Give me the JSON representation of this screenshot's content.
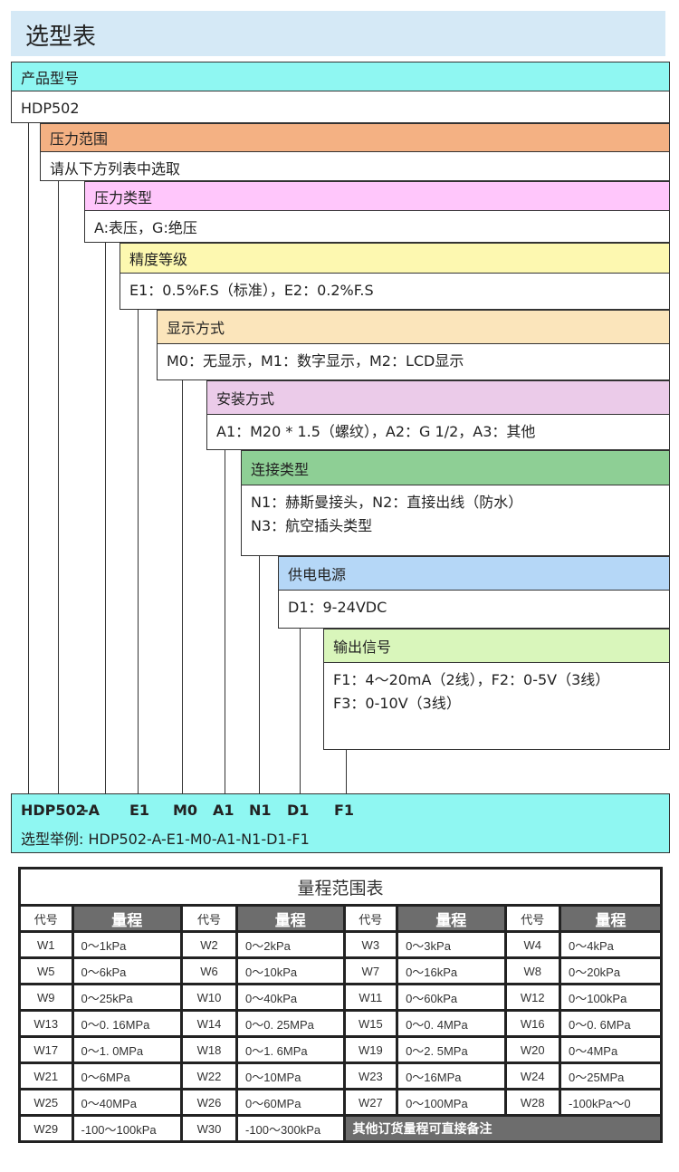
{
  "title": "选型表",
  "sections": [
    {
      "header": "产品型号",
      "value": "HDP502",
      "color": "#8ff7f2"
    },
    {
      "header": "压力范围",
      "value": "请从下方列表中选取",
      "color": "#f4b183"
    },
    {
      "header": "压力类型",
      "value": "A:表压，G:绝压",
      "color": "#ffc6fb"
    },
    {
      "header": "精度等级",
      "value": "E1：0.5%F.S（标准），E2：0.2%F.S",
      "color": "#fdf8b0"
    },
    {
      "header": "显示方式",
      "value": "M0：无显示，M1：数字显示，M2：LCD显示",
      "color": "#fbe5bb"
    },
    {
      "header": "安装方式",
      "value": "A1：M20 * 1.5（螺纹），A2：G 1/2，A3：其他",
      "color": "#ebcbe9"
    },
    {
      "header": "连接类型",
      "value": "N1：赫斯曼接头，N2：直接出线（防水）",
      "value2": "N3：航空插头类型",
      "color": "#8ecf95"
    },
    {
      "header": "供电电源",
      "value": "D1：9-24VDC",
      "color": "#b5d7f7"
    },
    {
      "header": "输出信号",
      "value": "F1：4～20mA（2线），F2：0-5V（3线）",
      "value2": "F3：0-10V（3线）",
      "color": "#d9f6bb"
    }
  ],
  "codes": [
    "HDP502",
    "-A",
    "E1",
    "M0",
    "A1",
    "N1",
    "D1",
    "F1"
  ],
  "example": "选型举例: HDP502-A-E1-M0-A1-N1-D1-F1",
  "range_table": {
    "title": "量程范围表",
    "code_header": "代号",
    "range_header": "量程",
    "rows": [
      [
        [
          "W1",
          "0～1kPa"
        ],
        [
          "W2",
          "0～2kPa"
        ],
        [
          "W3",
          "0～3kPa"
        ],
        [
          "W4",
          "0～4kPa"
        ]
      ],
      [
        [
          "W5",
          "0～6kPa"
        ],
        [
          "W6",
          "0～10kPa"
        ],
        [
          "W7",
          "0～16kPa"
        ],
        [
          "W8",
          "0～20kPa"
        ]
      ],
      [
        [
          "W9",
          "0～25kPa"
        ],
        [
          "W10",
          "0～40kPa"
        ],
        [
          "W11",
          "0～60kPa"
        ],
        [
          "W12",
          "0～100kPa"
        ]
      ],
      [
        [
          "W13",
          "0～0. 16MPa"
        ],
        [
          "W14",
          "0～0. 25MPa"
        ],
        [
          "W15",
          "0～0. 4MPa"
        ],
        [
          "W16",
          "0～0. 6MPa"
        ]
      ],
      [
        [
          "W17",
          "0～1. 0MPa"
        ],
        [
          "W18",
          "0～1. 6MPa"
        ],
        [
          "W19",
          "0～2. 5MPa"
        ],
        [
          "W20",
          "0～4MPa"
        ]
      ],
      [
        [
          "W21",
          "0～6MPa"
        ],
        [
          "W22",
          "0～10MPa"
        ],
        [
          "W23",
          "0～16MPa"
        ],
        [
          "W24",
          "0～25MPa"
        ]
      ],
      [
        [
          "W25",
          "0～40MPa"
        ],
        [
          "W26",
          "0～60MPa"
        ],
        [
          "W27",
          "0～100MPa"
        ],
        [
          "W28",
          "-100kPa～0"
        ]
      ],
      [
        [
          "W29",
          "-100～100kPa"
        ],
        [
          "W30",
          "-100～300kPa"
        ]
      ]
    ],
    "note": "其他订货量程可直接备注"
  }
}
